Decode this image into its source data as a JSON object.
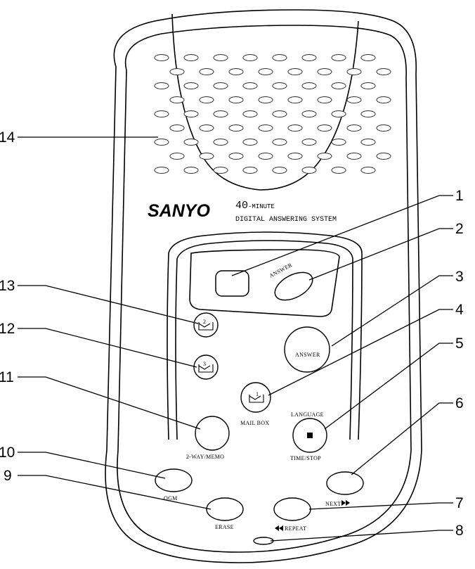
{
  "brand": {
    "name": "SANYO",
    "color": "#000000"
  },
  "product": {
    "line1_number": "40",
    "line1_suffix": "-MINUTE",
    "line2": "DIGITAL ANSWERING SYSTEM"
  },
  "display_labels": {
    "answer_indicator": "ANSWER"
  },
  "button_labels": {
    "answer": "ANSWER",
    "mailbox_1_digit": "1",
    "mailbox_2_digit": "2",
    "mailbox_3_digit": "3",
    "mail_box": "MAIL BOX",
    "language": "LANGUAGE",
    "time_stop": "TIME/STOP",
    "two_way_memo": "2-WAY/MEMO",
    "ogm": "OGM",
    "next": "NEXT",
    "erase": "ERASE",
    "repeat": "REPEAT"
  },
  "icons": {
    "mailbox": "envelope-icon",
    "stop": "stop-square-icon",
    "fast_forward": "fast-forward-icon",
    "rewind": "rewind-icon"
  },
  "callouts": [
    "1",
    "2",
    "3",
    "4",
    "5",
    "6",
    "7",
    "8",
    "9",
    "10",
    "11",
    "12",
    "13",
    "14"
  ]
}
